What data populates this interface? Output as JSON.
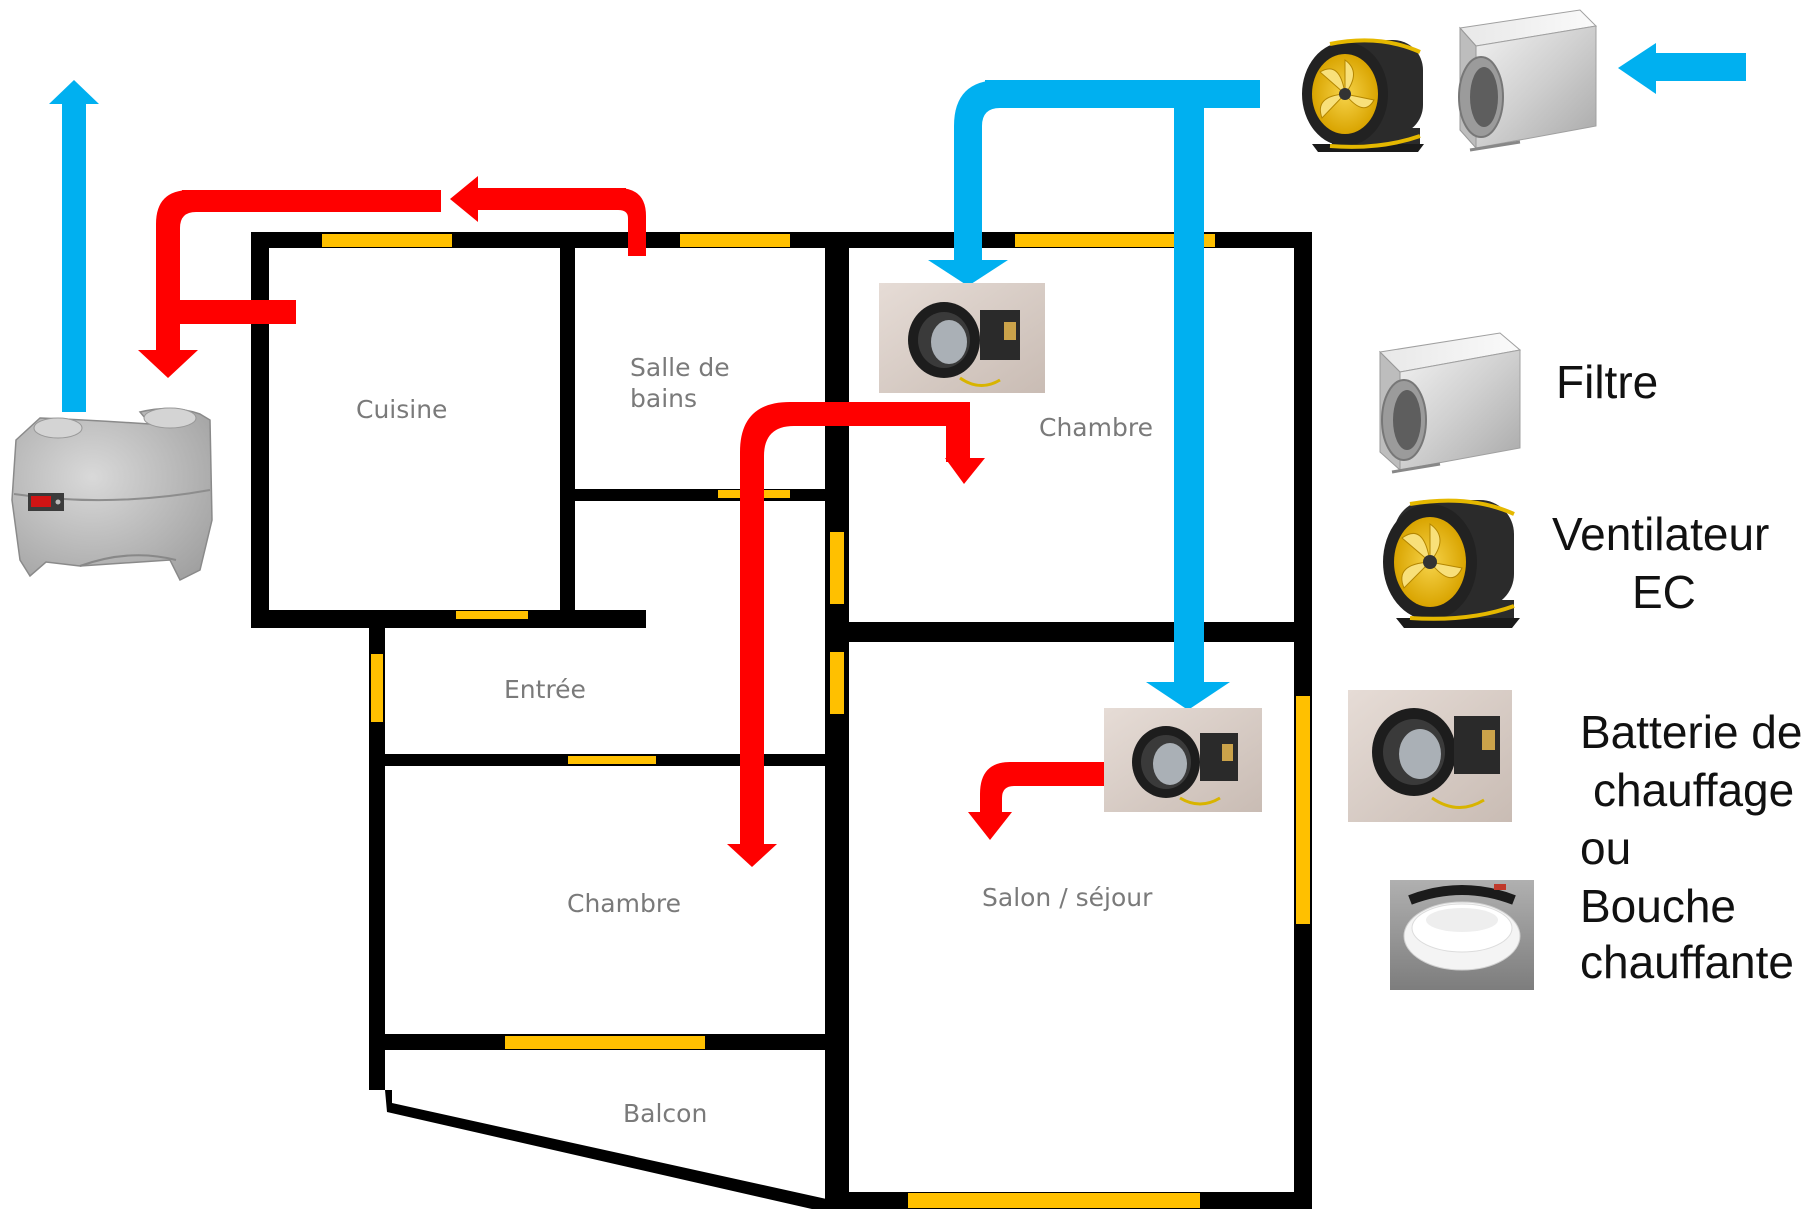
{
  "rooms": {
    "cuisine": "Cuisine",
    "salle_de_bains_line1": "Salle de",
    "salle_de_bains_line2": "bains",
    "chambre_top": "Chambre",
    "entree": "Entrée",
    "chambre_bottom": "Chambre",
    "salon": "Salon / séjour",
    "balcon": "Balcon"
  },
  "legend": {
    "filtre": "Filtre",
    "ventilateur_line1": "Ventilateur",
    "ventilateur_line2": "EC",
    "batterie_line1": "Batterie de",
    "batterie_line2": "chauffage",
    "batterie_line3": "ou",
    "bouche_line1": "Bouche",
    "bouche_line2": "chauffante"
  },
  "colors": {
    "fresh_air": "#00b0f0",
    "extract_air": "#ff0000",
    "wall": "#000000",
    "window": "#ffc000"
  },
  "icons": {
    "vmc_unit": "vmc-unit-icon",
    "fan": "ec-fan-icon",
    "filter": "filter-box-icon",
    "heater": "duct-heater-icon",
    "diffuser": "heating-diffuser-icon"
  }
}
